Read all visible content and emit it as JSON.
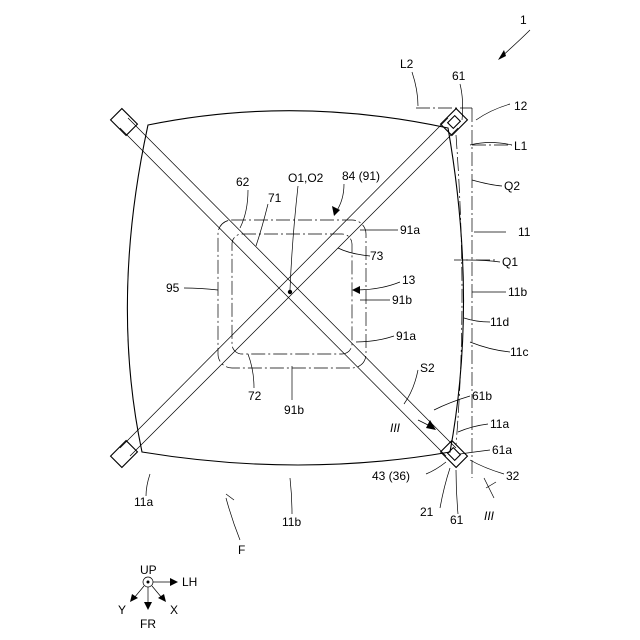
{
  "figure": {
    "number": "1",
    "front_mark": "F",
    "labels": {
      "L2": "L2",
      "61_top": "61",
      "12": "12",
      "L1": "L1",
      "84_91": "84 (91)",
      "O1_O2": "O1,O2",
      "62": "62",
      "71": "71",
      "Q2": "Q2",
      "11_right": "11",
      "91a_top": "91a",
      "73": "73",
      "Q1": "Q1",
      "13": "13",
      "95": "95",
      "11b_right": "11b",
      "91b_right": "91b",
      "11d": "11d",
      "91a_bottom": "91a",
      "11c": "11c",
      "72": "72",
      "S2": "S2",
      "91b_bottom": "91b",
      "61b": "61b",
      "III_left": "III",
      "11a_right": "11a",
      "61a": "61a",
      "11a_left": "11a",
      "32": "32",
      "43_36": "43 (36)",
      "11b_bottom": "11b",
      "21": "21",
      "61_bottom": "61",
      "III_right": "III"
    }
  },
  "axes": {
    "up": "UP",
    "lh": "LH",
    "y": "Y",
    "fr": "FR",
    "x": "X"
  }
}
